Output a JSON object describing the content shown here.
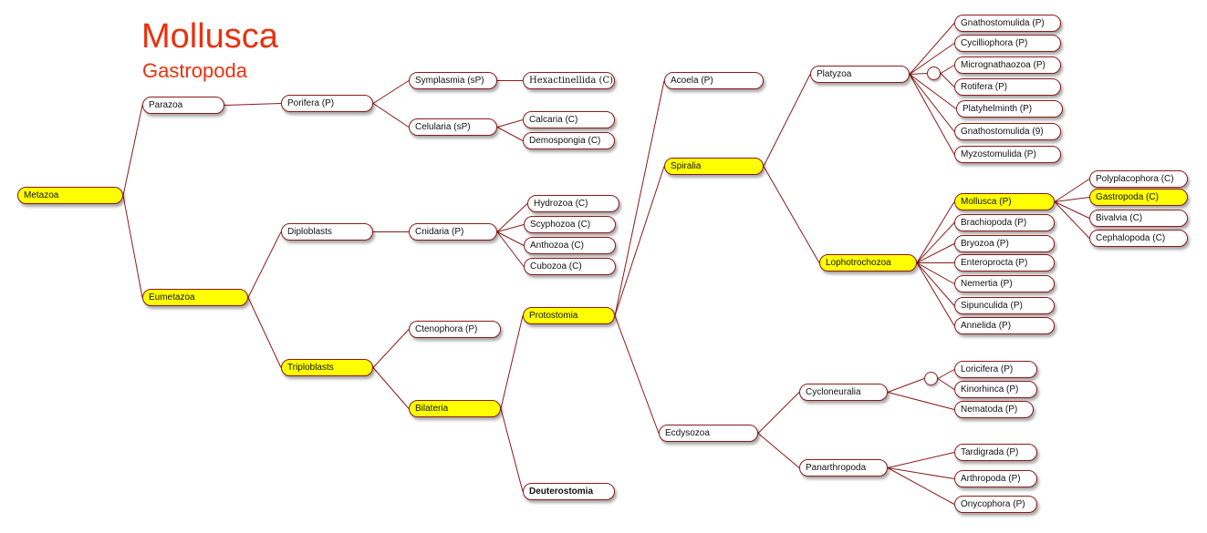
{
  "title": "Mollusca",
  "subtitle": "Gastropoda",
  "colors": {
    "edge": "#8b1a1a",
    "highlight": "#ffff00",
    "title": "#e8320f"
  },
  "nodes": {
    "metazoa": "Metazoa",
    "parazoa": "Parazoa",
    "eumetazoa": "Eumetazoa",
    "porifera": "Porifera (P)",
    "symplasmia": "Symplasmia (sP)",
    "celularia": "Celularia (sP)",
    "hexactinellida": "Hexactinellida (C)",
    "calcaria": "Calcaria (C)",
    "demospongia": "Demospongia (C)",
    "diploblasts": "Diploblasts",
    "cnidaria": "Cnidaria (P)",
    "hydrozoa": "Hydrozoa (C)",
    "scyphozoa": "Scyphozoa (C)",
    "anthozoa": "Anthozoa (C)",
    "cubozoa": "Cubozoa (C)",
    "triploblasts": "Triploblasts",
    "ctenophora": "Ctenophora (P)",
    "bilateria": "Bilateria",
    "protostomia": "Protostomia",
    "deuterostomia": "Deuterostomia",
    "acoela": "Acoela (P)",
    "spiralia": "Spiralia",
    "ecdysozoa": "Ecdysozoa",
    "platyzoa": "Platyzoa",
    "gnathostomulida": "Gnathostomulida (P)",
    "cycilliophora": "Cycilliophora (P)",
    "micrognathaozoa": "Micrognathaozoa (P)",
    "rotifera": "Rotifera (P)",
    "platyhelminth": "Platyhelminth (P)",
    "gnathostomulida9": "Gnathostomulida (9)",
    "myzostomulida": "Myzostomulida (P)",
    "lophotrochozoa": "Lophotrochozoa",
    "mollusca": "Mollusca (P)",
    "brachiopoda": "Brachiopoda (P)",
    "bryozoa": "Bryozoa (P)",
    "enteroprocta": "Enteroprocta (P)",
    "nemertia": "Nemertia (P)",
    "sipunculida": "Sipunculida (P)",
    "annelida": "Annelida (P)",
    "polyplacophora": "Polyplacophora (C)",
    "gastropoda": "Gastropoda (C)",
    "bivalvia": "Bivalvia (C)",
    "cephalopoda": "Cephalopoda (C)",
    "cycloneuralia": "Cycloneuralia",
    "loricifera": "Loricifera (P)",
    "kinorhinca": "Kinorhinca (P)",
    "nematoda": "Nematoda (P)",
    "panarthropoda": "Panarthropoda",
    "tardigrada": "Tardigrada (P)",
    "arthropoda": "Arthropoda (P)",
    "onycophora": "Onycophora (P)"
  }
}
